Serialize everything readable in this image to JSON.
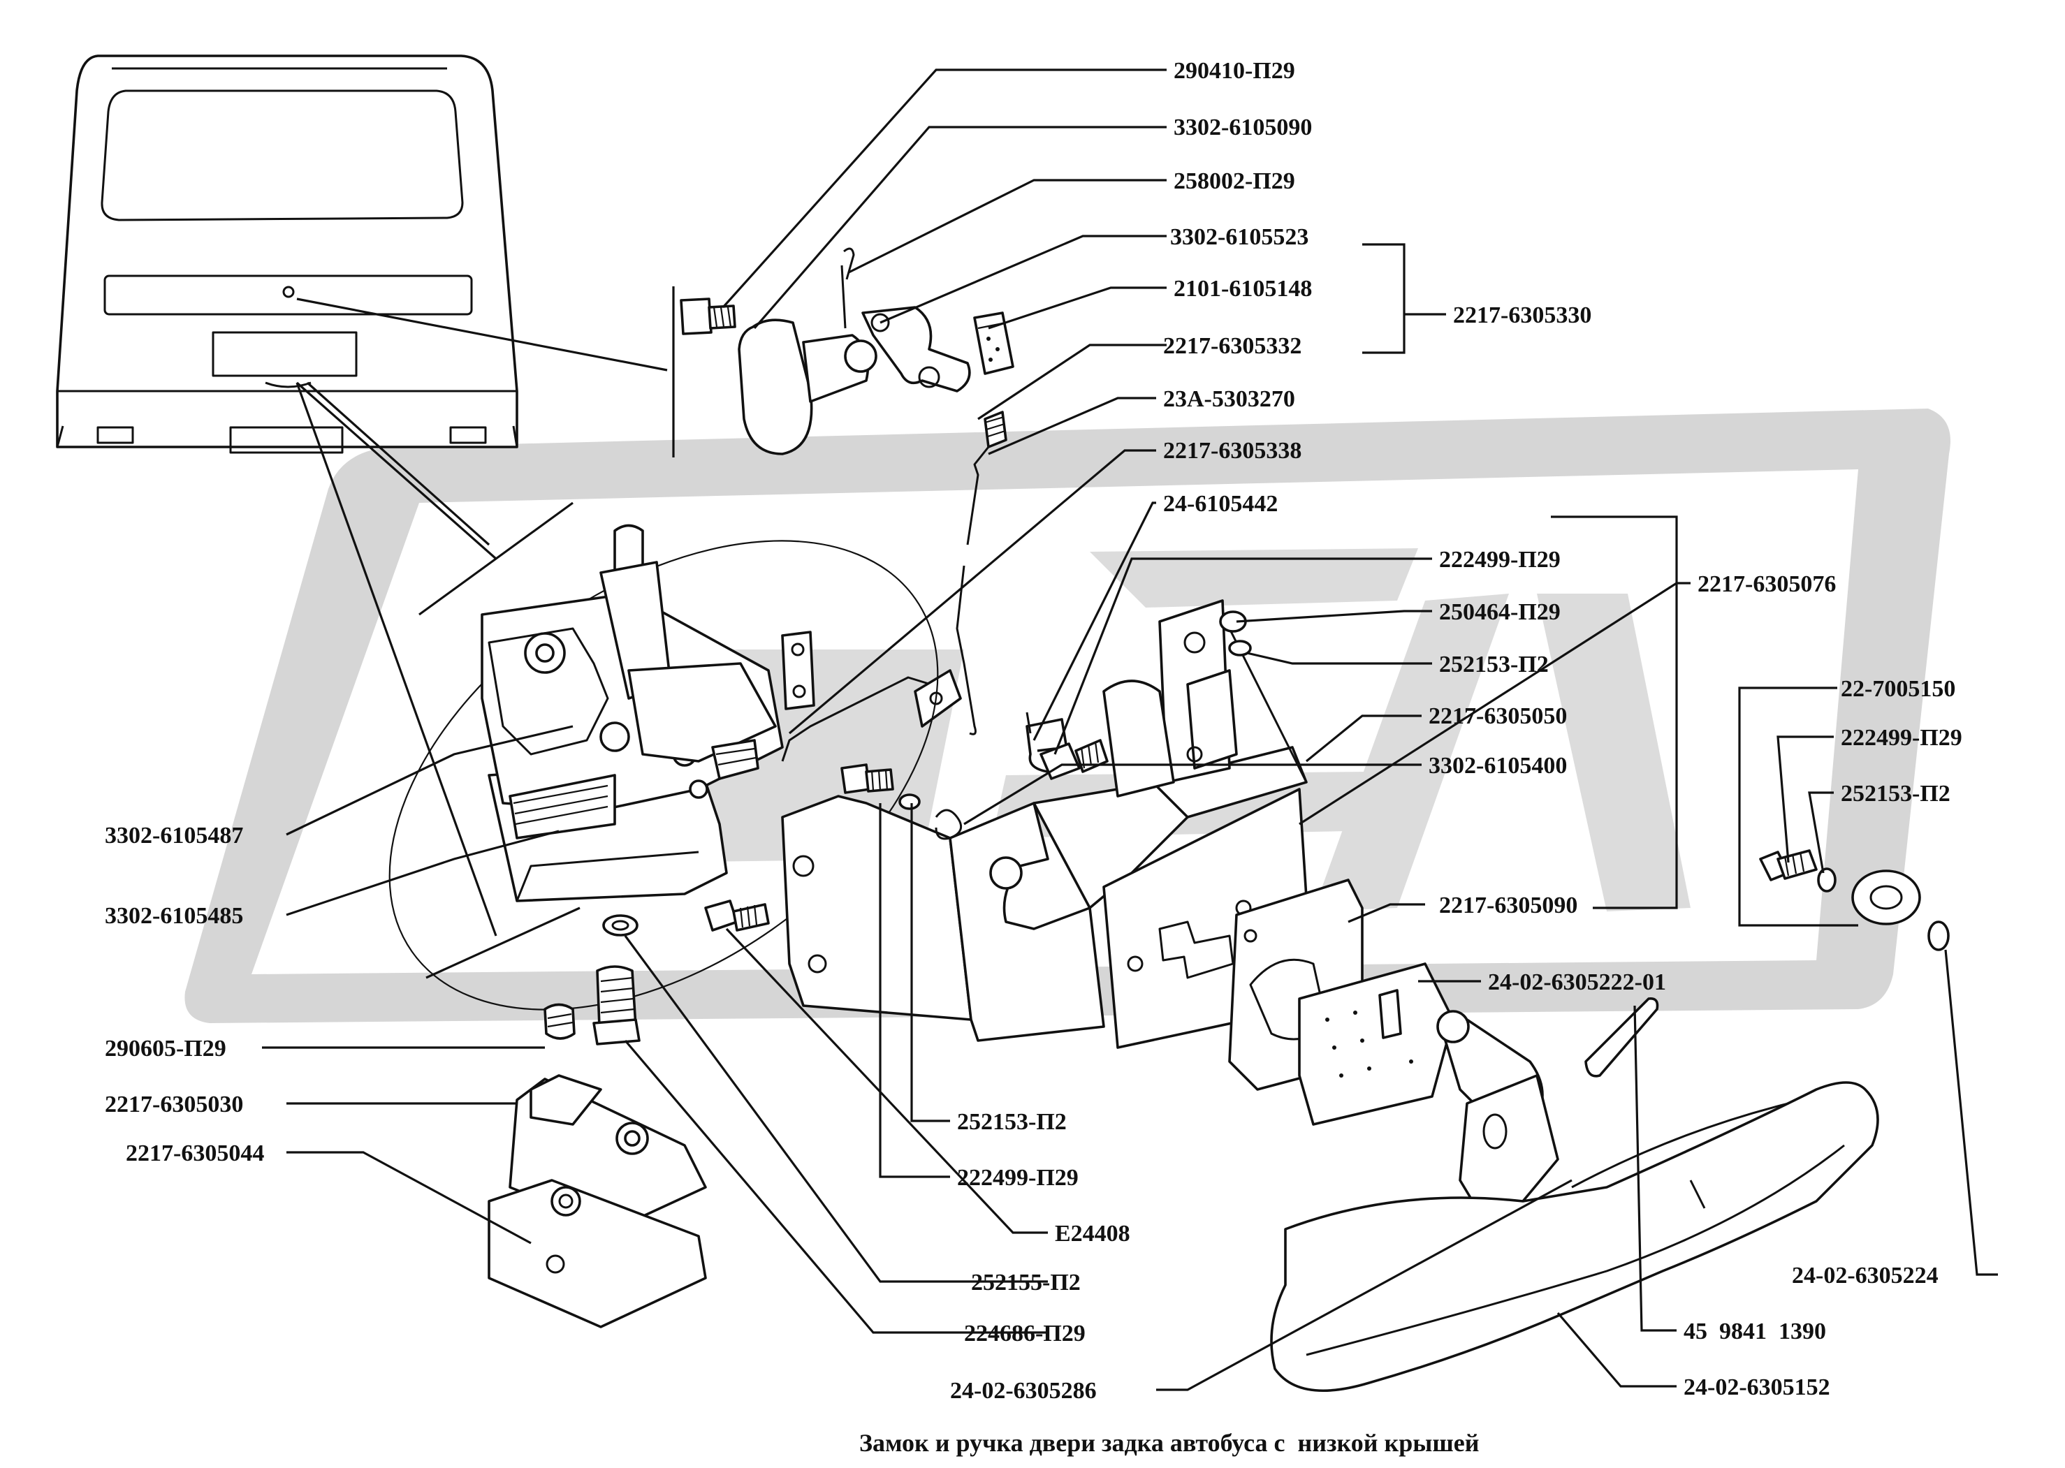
{
  "caption": "Замок и ручка двери задка автобуса с  низкой крышей",
  "colors": {
    "background": "#ffffff",
    "ink": "#111111",
    "watermark": "#d3d3d3"
  },
  "labels": {
    "l290410_p29": "290410-П29",
    "l3302_6105090": "3302-6105090",
    "l258002_p29": "258002-П29",
    "l3302_6105523": "3302-6105523",
    "l2101_6105148": "2101-6105148",
    "l2217_6305330": "2217-6305330",
    "l2217_6305332": "2217-6305332",
    "l23a_5303270": "23А-5303270",
    "l2217_6305338": "2217-6305338",
    "l24_6105442": "24-6105442",
    "l222499_p29_a": "222499-П29",
    "l2217_6305076": "2217-6305076",
    "l250464_p29": "250464-П29",
    "l252153_p2_a": "252153-П2",
    "l2217_6305050": "2217-6305050",
    "l3302_6105400": "3302-6105400",
    "l22_7005150": "22-7005150",
    "l222499_p29_b": "222499-П29",
    "l252153_p2_b": "252153-П2",
    "l3302_6105487": "3302-6105487",
    "l3302_6105485": "3302-6105485",
    "l2217_6305090": "2217-6305090",
    "l24_02_6305222_01": "24-02-6305222-01",
    "l290605_p29": "290605-П29",
    "l2217_6305030": "2217-6305030",
    "l2217_6305044": "2217-6305044",
    "l252153_p2_c": "252153-П2",
    "l222499_p29_c": "222499-П29",
    "le24408": "Е24408",
    "l252155_p2": "252155-П2",
    "l224686_p29": "224686-П29",
    "l24_02_6305224": "24-02-6305224",
    "l45_9841_1390": "45  9841  1390",
    "l24_02_6305286": "24-02-6305286",
    "l24_02_6305152": "24-02-6305152"
  }
}
